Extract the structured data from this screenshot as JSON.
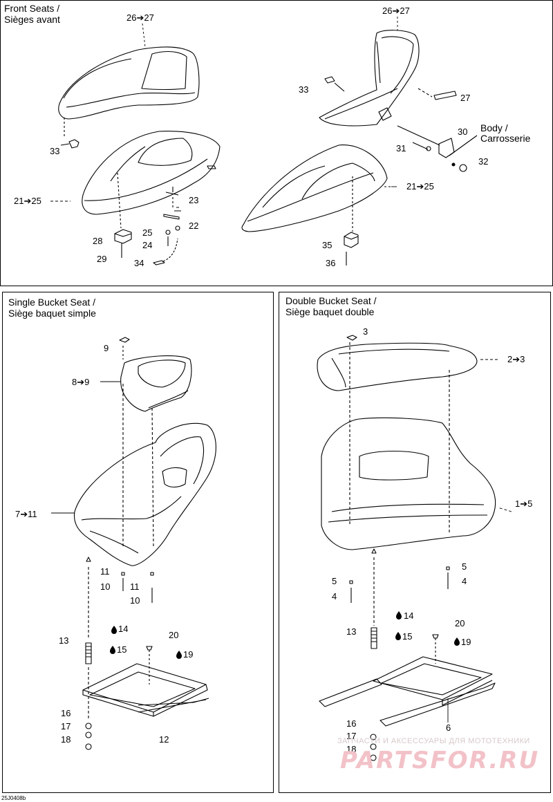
{
  "panels": {
    "front": {
      "title1": "Front Seats /",
      "title2": "Sièges avant"
    },
    "single": {
      "title1": "Single Bucket Seat /",
      "title2": "Siège baquet simple"
    },
    "double": {
      "title1": "Double Bucket Seat /",
      "title2": "Siège baquet double"
    }
  },
  "body_label": {
    "line1": "Body /",
    "line2": "Carrosserie"
  },
  "callouts": {
    "f_26_27_left": "26➔27",
    "f_26_27_right": "26➔27",
    "f_33_left": "33",
    "f_33_right": "33",
    "f_27": "27",
    "f_30": "30",
    "f_31": "31",
    "f_32": "32",
    "f_21_25_left": "21➔25",
    "f_21_25_right": "21➔25",
    "f_23": "23",
    "f_22": "22",
    "f_25": "25",
    "f_24": "24",
    "f_28": "28",
    "f_29": "29",
    "f_34": "34",
    "f_35": "35",
    "f_36": "36",
    "s_9": "9",
    "s_8_9": "8➔9",
    "s_7_11": "7➔11",
    "s_11a": "11",
    "s_10a": "10",
    "s_11b": "11",
    "s_10b": "10",
    "s_13": "13",
    "s_14": "14",
    "s_15": "15",
    "s_20": "20",
    "s_19": "19",
    "s_16": "16",
    "s_17": "17",
    "s_18": "18",
    "s_12": "12",
    "d_3": "3",
    "d_2_3": "2➔3",
    "d_1_5": "1➔5",
    "d_5a": "5",
    "d_4a": "4",
    "d_5b": "5",
    "d_4b": "4",
    "d_14": "14",
    "d_13": "13",
    "d_15": "15",
    "d_20": "20",
    "d_19": "19",
    "d_6": "6",
    "d_16": "16",
    "d_17": "17",
    "d_18": "18"
  },
  "drawing_code": "25J0408b",
  "watermark": {
    "line1": "ЗАПЧАСТИ И АКСЕССУАРЫ ДЛЯ МОТОТЕХНИКИ",
    "line2": "PARTSFOR.RU"
  }
}
